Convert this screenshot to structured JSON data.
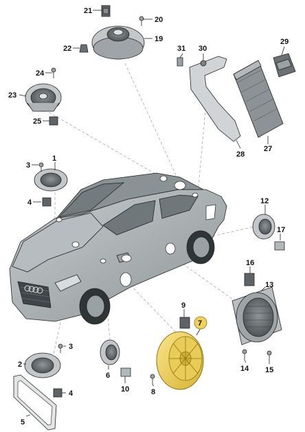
{
  "callouts": [
    {
      "id": "21",
      "label": "21"
    },
    {
      "id": "20",
      "label": "20"
    },
    {
      "id": "19",
      "label": "19"
    },
    {
      "id": "22",
      "label": "22"
    },
    {
      "id": "31",
      "label": "31"
    },
    {
      "id": "30",
      "label": "30"
    },
    {
      "id": "29",
      "label": "29"
    },
    {
      "id": "24",
      "label": "24"
    },
    {
      "id": "23",
      "label": "23"
    },
    {
      "id": "25",
      "label": "25"
    },
    {
      "id": "28",
      "label": "28"
    },
    {
      "id": "27",
      "label": "27"
    },
    {
      "id": "1",
      "label": "1"
    },
    {
      "id": "3a",
      "label": "3"
    },
    {
      "id": "4a",
      "label": "4"
    },
    {
      "id": "12",
      "label": "12"
    },
    {
      "id": "17",
      "label": "17"
    },
    {
      "id": "16",
      "label": "16"
    },
    {
      "id": "13",
      "label": "13"
    },
    {
      "id": "9",
      "label": "9"
    },
    {
      "id": "7",
      "label": "7"
    },
    {
      "id": "3b",
      "label": "3"
    },
    {
      "id": "2",
      "label": "2"
    },
    {
      "id": "6",
      "label": "6"
    },
    {
      "id": "10",
      "label": "10"
    },
    {
      "id": "8",
      "label": "8"
    },
    {
      "id": "14",
      "label": "14"
    },
    {
      "id": "15",
      "label": "15"
    },
    {
      "id": "4b",
      "label": "4"
    },
    {
      "id": "5",
      "label": "5"
    }
  ],
  "colors": {
    "highlight_fill": "#f0d25a",
    "highlight_stroke": "#8a7410",
    "part_grey": "#bfc3c5",
    "part_dark": "#6d7274",
    "car_body": "#a9b0b3",
    "car_glass": "#7a8286"
  }
}
